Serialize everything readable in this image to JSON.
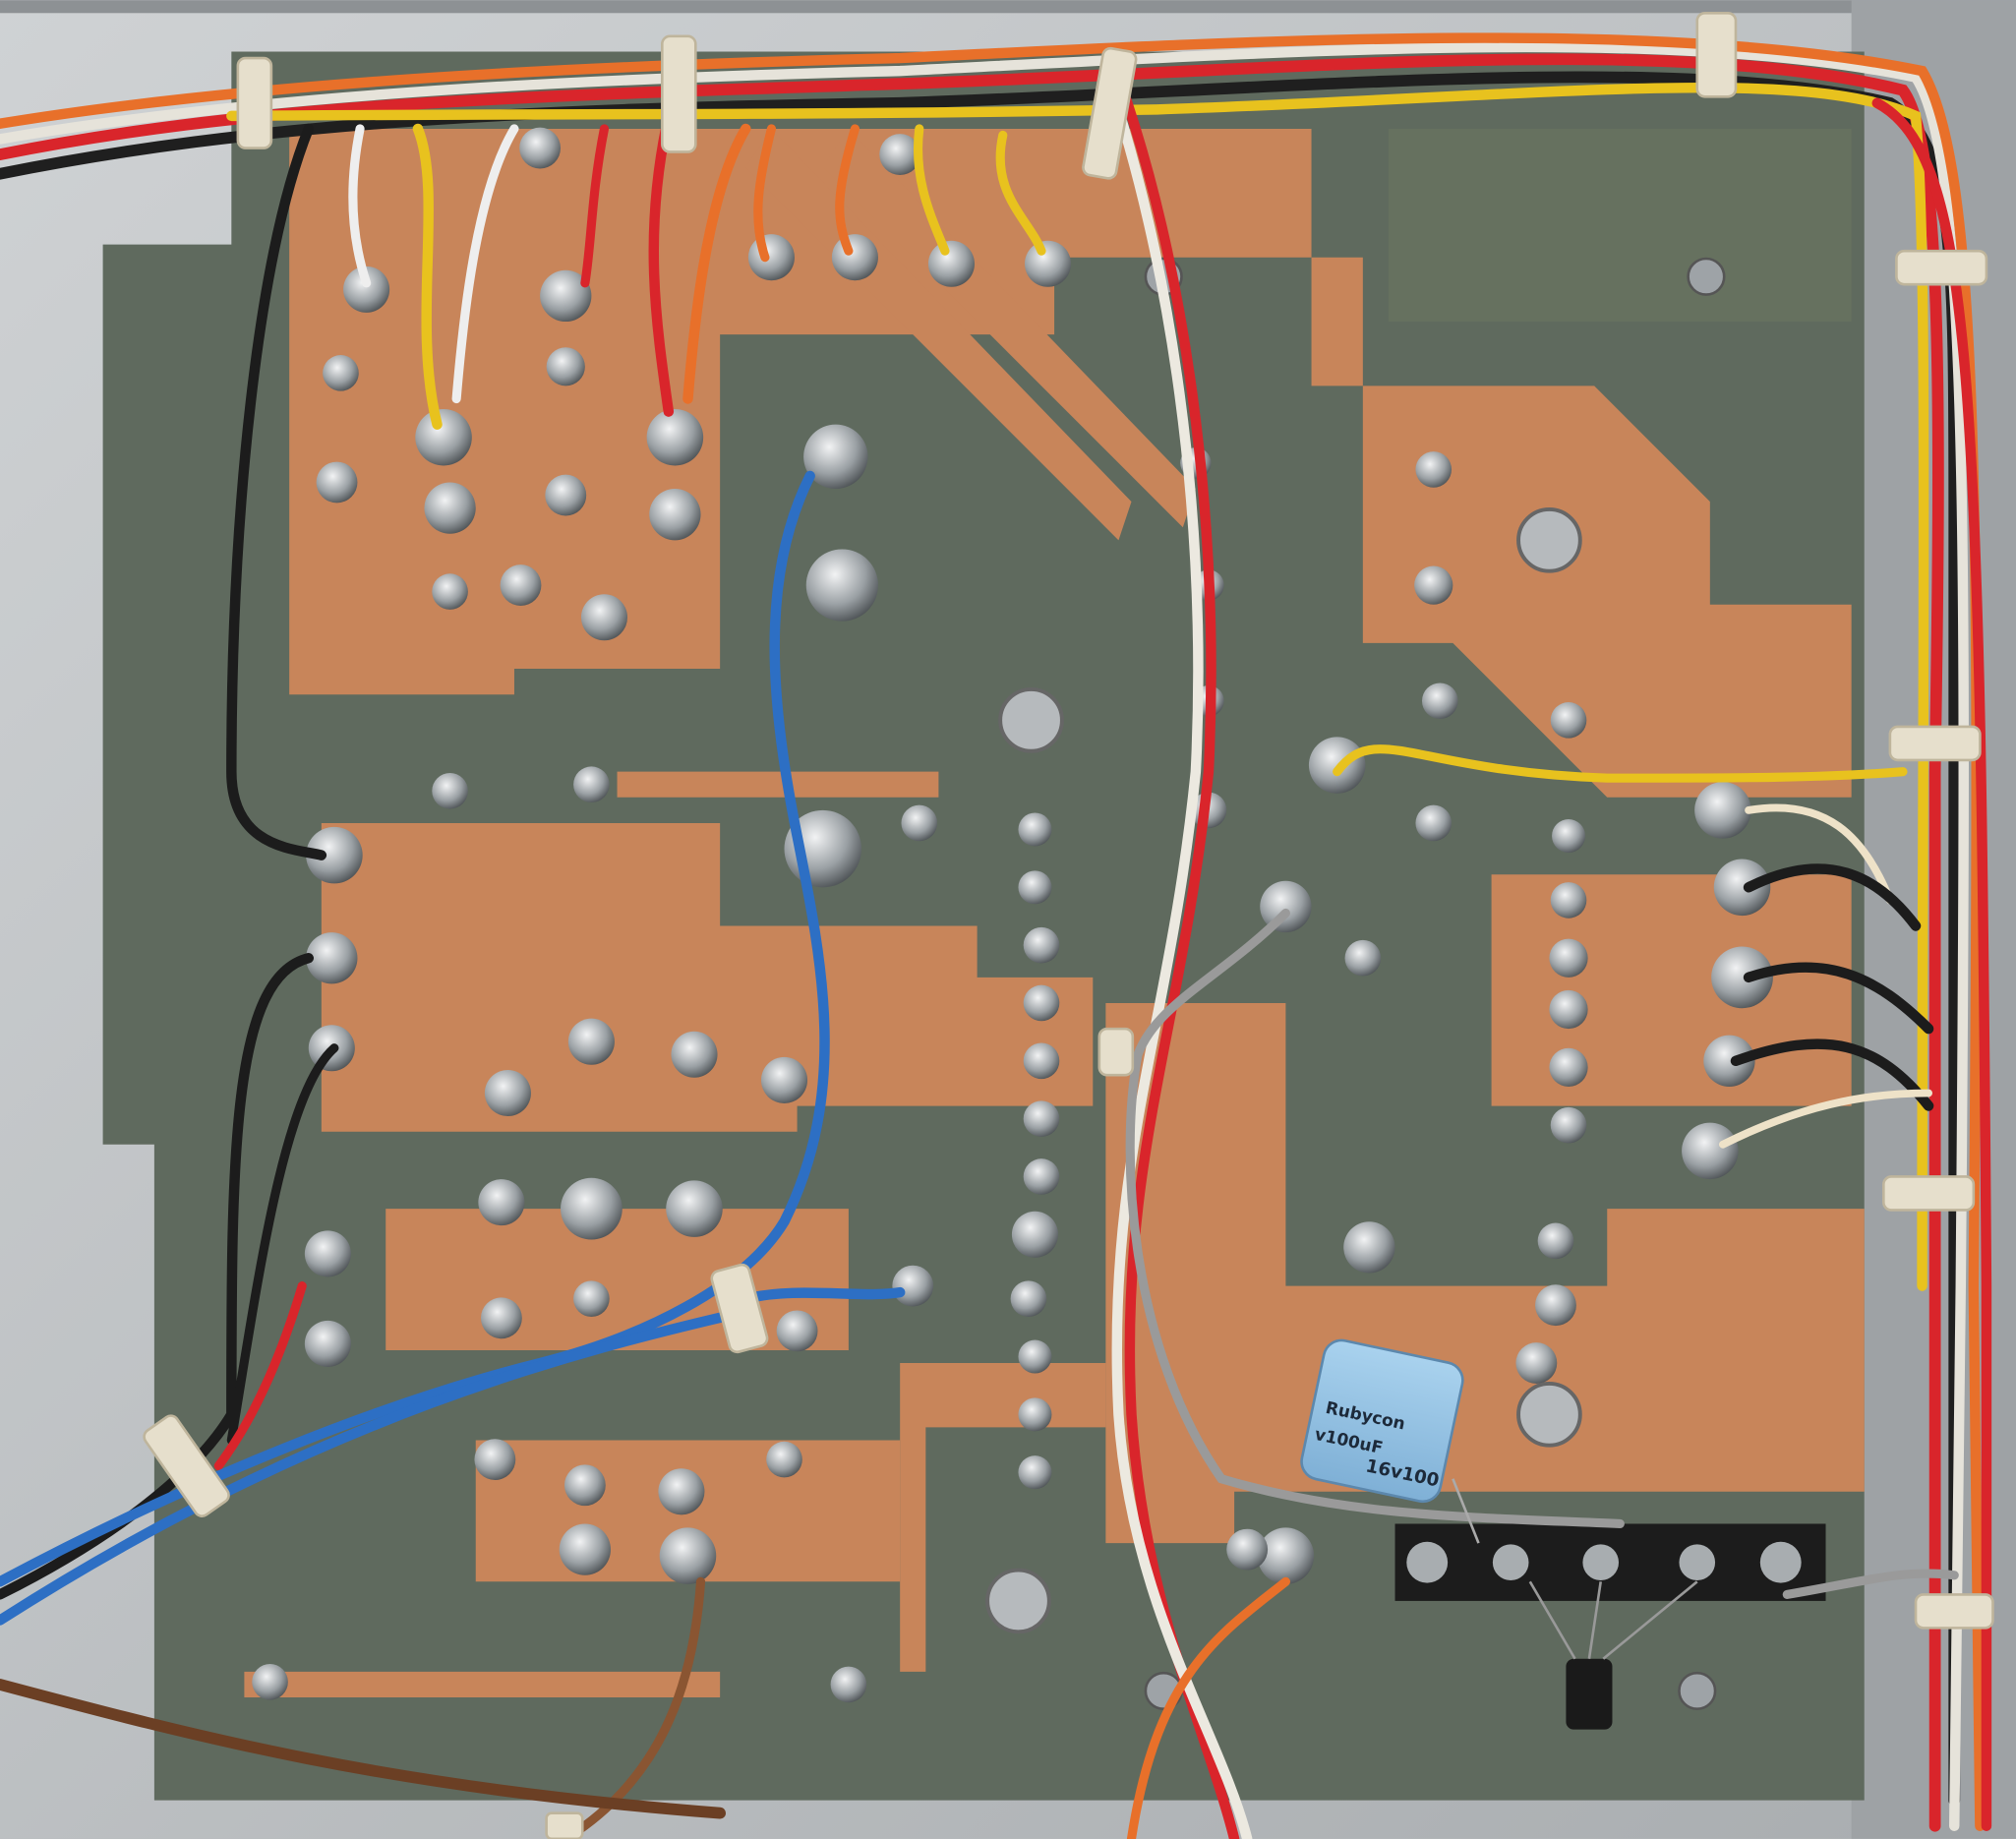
{
  "photo": {
    "subject": "pcb-underside",
    "colors": {
      "chassis": "#b8bcbf",
      "board": "#5d685c",
      "copper": "#c9875a",
      "solder": "#c8cbcd",
      "capacitor": "#8fbfe0"
    }
  },
  "capacitor": {
    "brand": "Rubycon",
    "rating": "16v100",
    "capacitance": "v100uF"
  }
}
